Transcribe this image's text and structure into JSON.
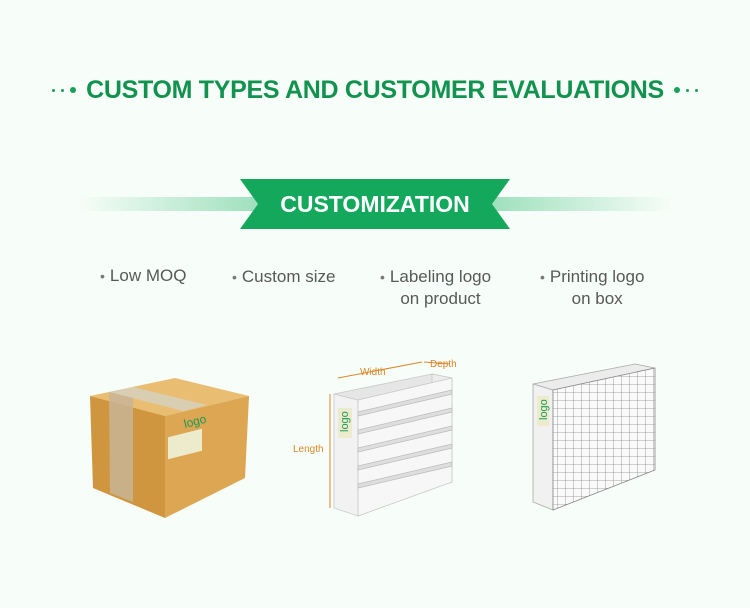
{
  "header": {
    "title": "CUSTOM TYPES AND CUSTOMER EVALUATIONS"
  },
  "banner": {
    "label": "CUSTOMIZATION"
  },
  "features": [
    {
      "line1": "Low MOQ",
      "line2": ""
    },
    {
      "line1": "Custom size",
      "line2": ""
    },
    {
      "line1": "Labeling logo",
      "line2": "on product"
    },
    {
      "line1": "Printing logo",
      "line2": "on box"
    }
  ],
  "illustrations": {
    "box_logo": "logo",
    "rack_logo": "logo",
    "grid_logo": "logo",
    "dim_width": "Width",
    "dim_depth": "Depth",
    "dim_length": "Length"
  },
  "colors": {
    "brand_green": "#11934f",
    "banner_green": "#14a85c",
    "band_green": "#9fe0bd",
    "dimension_orange": "#d9882a",
    "cardboard": "#d9a24e"
  }
}
